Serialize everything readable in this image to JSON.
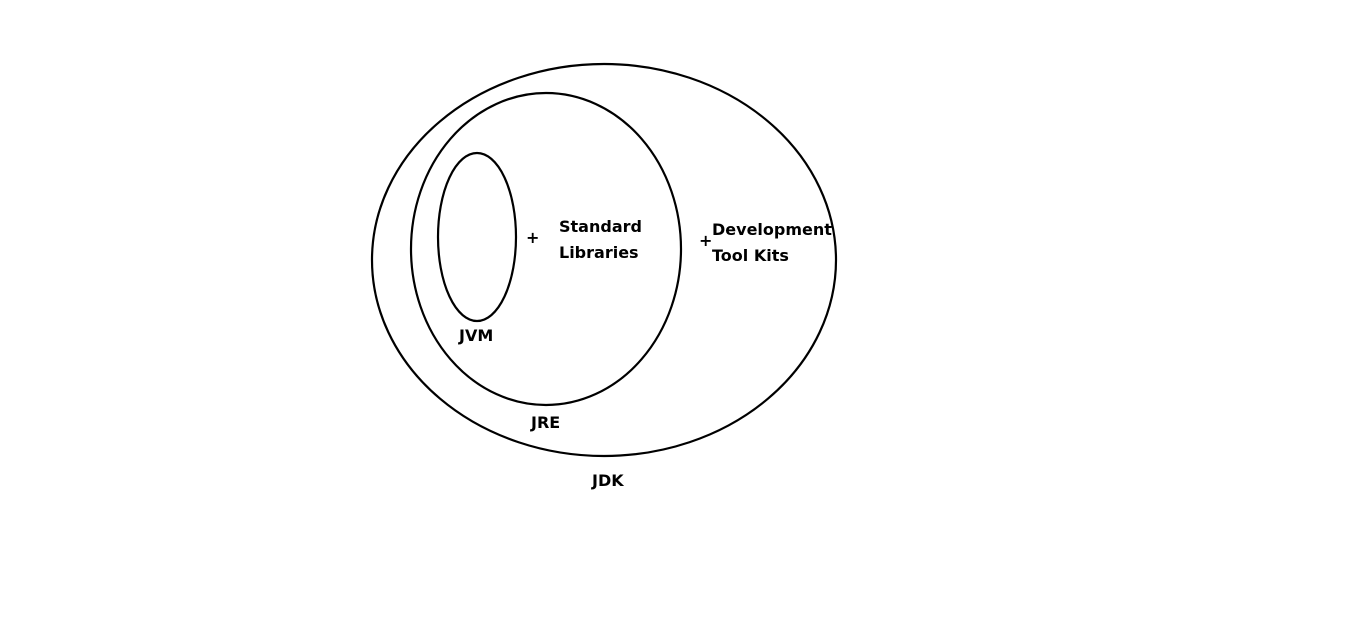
{
  "diagram": {
    "jdk": {
      "label": "JDK"
    },
    "jre": {
      "label": "JRE"
    },
    "jvm": {
      "label": "JVM"
    },
    "standard_libraries": {
      "plus": "+",
      "line1": "Standard",
      "line2": "Libraries"
    },
    "development_tool_kits": {
      "plus": "+",
      "line1": "Development",
      "line2": "Tool Kits"
    },
    "colors": {
      "stroke": "#000000",
      "background": "#ffffff"
    }
  }
}
